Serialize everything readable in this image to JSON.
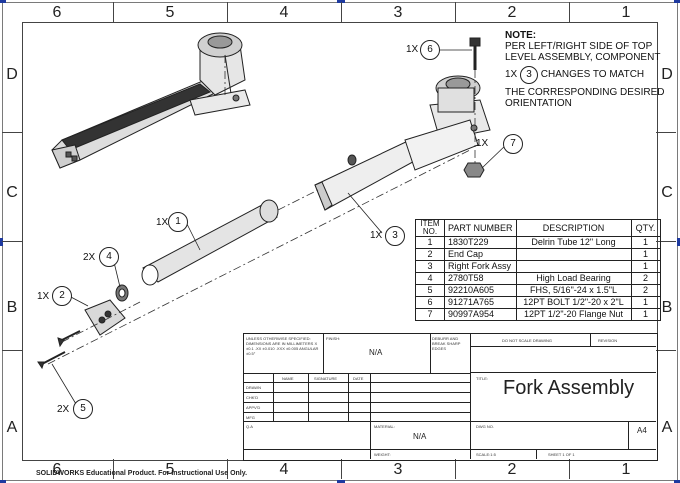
{
  "zones": {
    "columns": [
      "6",
      "5",
      "4",
      "3",
      "2",
      "1"
    ],
    "rows": [
      "D",
      "C",
      "B",
      "A"
    ]
  },
  "note": {
    "heading": "NOTE:",
    "line1": "PER LEFT/RIGHT SIDE OF TOP",
    "line2": "LEVEL ASSEMBLY, COMPONENT",
    "qty": "1X",
    "component_number": "3",
    "line3": "CHANGES TO MATCH",
    "line4": "THE CORRESPONDING DESIRED",
    "line5": "ORIENTATION"
  },
  "callouts": [
    {
      "qty": "1X",
      "item": "6"
    },
    {
      "qty": "1X",
      "item": "7"
    },
    {
      "qty": "1X",
      "item": "3"
    },
    {
      "qty": "1X",
      "item": "1"
    },
    {
      "qty": "2X",
      "item": "4"
    },
    {
      "qty": "1X",
      "item": "2"
    },
    {
      "qty": "2X",
      "item": "5"
    }
  ],
  "bom": {
    "headers": [
      "ITEM NO.",
      "PART NUMBER",
      "DESCRIPTION",
      "QTY."
    ],
    "rows": [
      [
        "1",
        "1830T229",
        "Delrin Tube 12\" Long",
        "1"
      ],
      [
        "2",
        "End Cap",
        "",
        "1"
      ],
      [
        "3",
        "Right Fork Assy",
        "",
        "1"
      ],
      [
        "4",
        "2780T58",
        "High Load Bearing",
        "2"
      ],
      [
        "5",
        "92210A605",
        "FHS, 5/16\"-24 x 1.5\"L",
        "2"
      ],
      [
        "6",
        "91271A765",
        "12PT BOLT 1/2\"-20 x 2\"L",
        "1"
      ],
      [
        "7",
        "90997A954",
        "12PT 1/2\"-20 Flange Nut",
        "1"
      ]
    ]
  },
  "title_block": {
    "unless_text": "UNLESS OTHERWISE SPECIFIED: DIMENSIONS ARE IN MILLIMETERS X ±0.1 .XX ±0.010 .XXX ±0.005 ANGULAR ±0.5°",
    "finish_label": "FINISH:",
    "finish_value": "N/A",
    "deburr_text": "DEBURR AND BREAK SHARP EDGES",
    "do_not_scale": "DO NOT SCALE DRAWING",
    "revision_label": "REVISION",
    "col_name": "NAME",
    "col_signature": "SIGNATURE",
    "col_date": "DATE",
    "roles": [
      "DRAWN",
      "CHK'D",
      "APPV'D",
      "MFG",
      "Q.A"
    ],
    "title_label": "TITLE:",
    "title": "Fork Assembly",
    "material_label": "MATERIAL:",
    "material_value": "N/A",
    "dwg_label": "DWG NO.",
    "size": "A4",
    "weight_label": "WEIGHT:",
    "scale": "SCALE:1:5",
    "sheet": "SHEET 1 OF 1"
  },
  "footer": "SOLIDWORKS Educational Product. For Instructional Use Only."
}
